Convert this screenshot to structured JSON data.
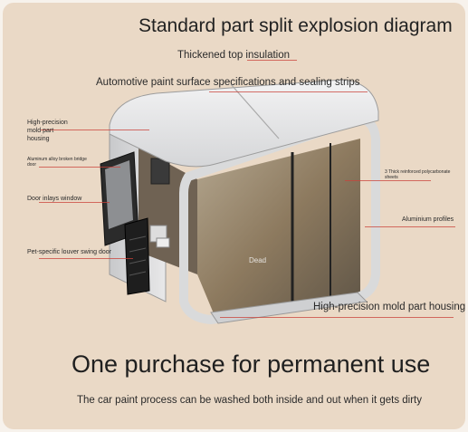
{
  "title": "Standard part split explosion diagram",
  "labels": {
    "top_insulation": "Thickened top insulation",
    "paint_sealing": "Automotive paint surface specifications and sealing strips",
    "mold_housing_left": "High-precision mold part housing",
    "aluminium_bridge_door": "Aluminum alloy broken bridge door",
    "door_inlays_window": "Door inlays window",
    "pet_door": "Pet-specific louver swing door",
    "polycarbonate": "3 Thick reinforced polycarbonate sheets",
    "aluminium_profiles": "Aluminium profiles",
    "mold_housing_bottom": "High-precision mold part housing"
  },
  "overlay_text": "Dead",
  "headline": "One purchase for permanent use",
  "subtext": "The car paint process can be washed both inside and out when it gets dirty",
  "colors": {
    "background": "#ead9c6",
    "leader_line": "#c9413a",
    "shell": "#e9e9ea"
  }
}
